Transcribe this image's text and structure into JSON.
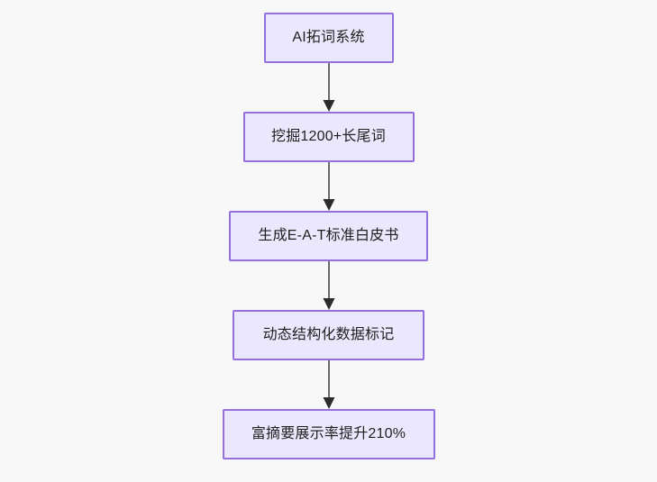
{
  "diagram": {
    "type": "flowchart",
    "orientation": "top-to-bottom",
    "background_color": "#f8f8f8",
    "node_fill_color": "#ebe8fd",
    "node_border_color": "#9370db",
    "node_text_color": "#1f1f1f",
    "connector_color": "#6b6b6b",
    "arrowhead_color": "#2b2b2b",
    "nodes": [
      {
        "id": "n1",
        "label": "AI拓词系统"
      },
      {
        "id": "n2",
        "label": "挖掘1200+长尾词"
      },
      {
        "id": "n3",
        "label": "生成E-A-T标准白皮书"
      },
      {
        "id": "n4",
        "label": "动态结构化数据标记"
      },
      {
        "id": "n5",
        "label": "富摘要展示率提升210%"
      }
    ],
    "edges": [
      {
        "from": "n1",
        "to": "n2",
        "label": ""
      },
      {
        "from": "n2",
        "to": "n3",
        "label": ""
      },
      {
        "from": "n3",
        "to": "n4",
        "label": ""
      },
      {
        "from": "n4",
        "to": "n5",
        "label": ""
      }
    ]
  }
}
